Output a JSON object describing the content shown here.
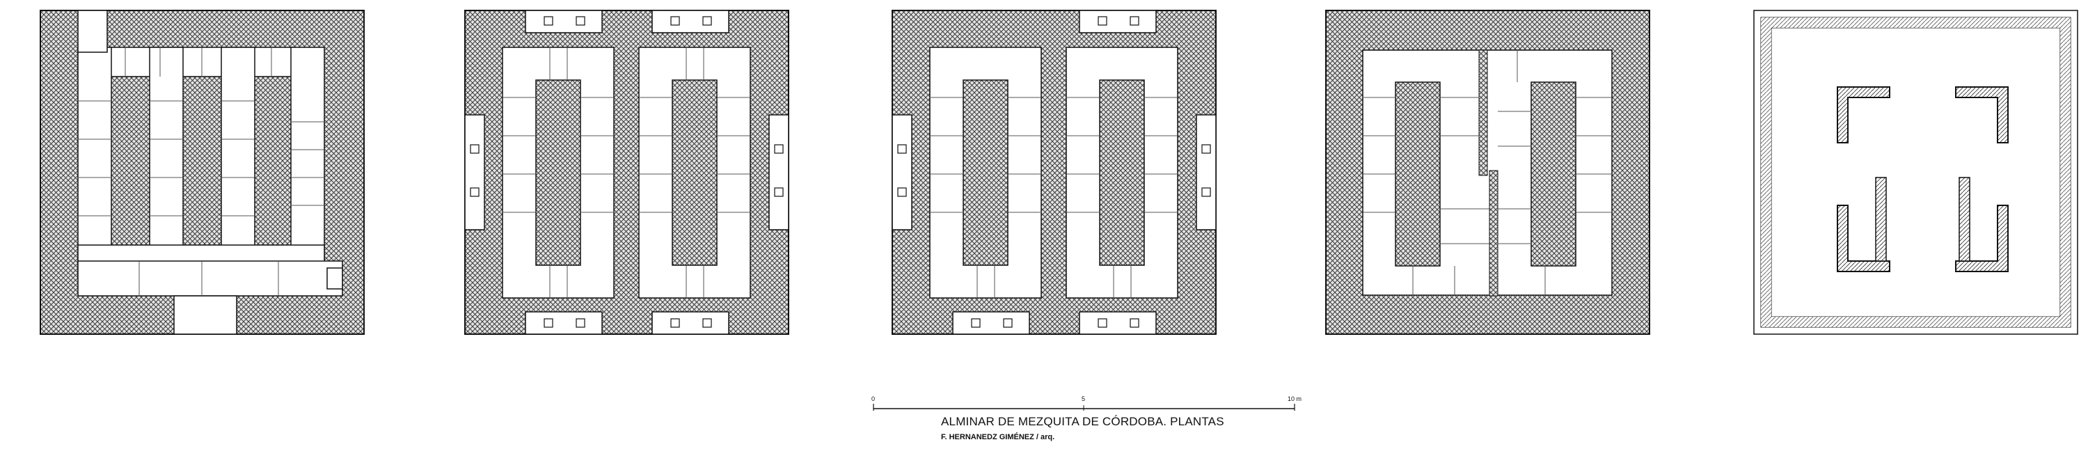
{
  "caption": {
    "title": "ALMINAR DE MEZQUITA DE  CÓRDOBA. PLANTAS",
    "author": "F. HERNANEDZ GIMÉNEZ / arq."
  },
  "scale_bar": {
    "ticks": [
      "0",
      "5",
      "10 m"
    ]
  },
  "colors": {
    "wall": "#ffffff",
    "hatch": "#3a3a3a",
    "line": "#111111"
  },
  "plans": [
    {
      "name": "plan-level-1",
      "variant": "lower-staircase"
    },
    {
      "name": "plan-level-2",
      "variant": "twin-ramps-balconies"
    },
    {
      "name": "plan-level-3",
      "variant": "twin-ramps-balconies"
    },
    {
      "name": "plan-level-4",
      "variant": "twin-ramps-closed"
    },
    {
      "name": "plan-level-5",
      "variant": "top-terrace"
    }
  ]
}
